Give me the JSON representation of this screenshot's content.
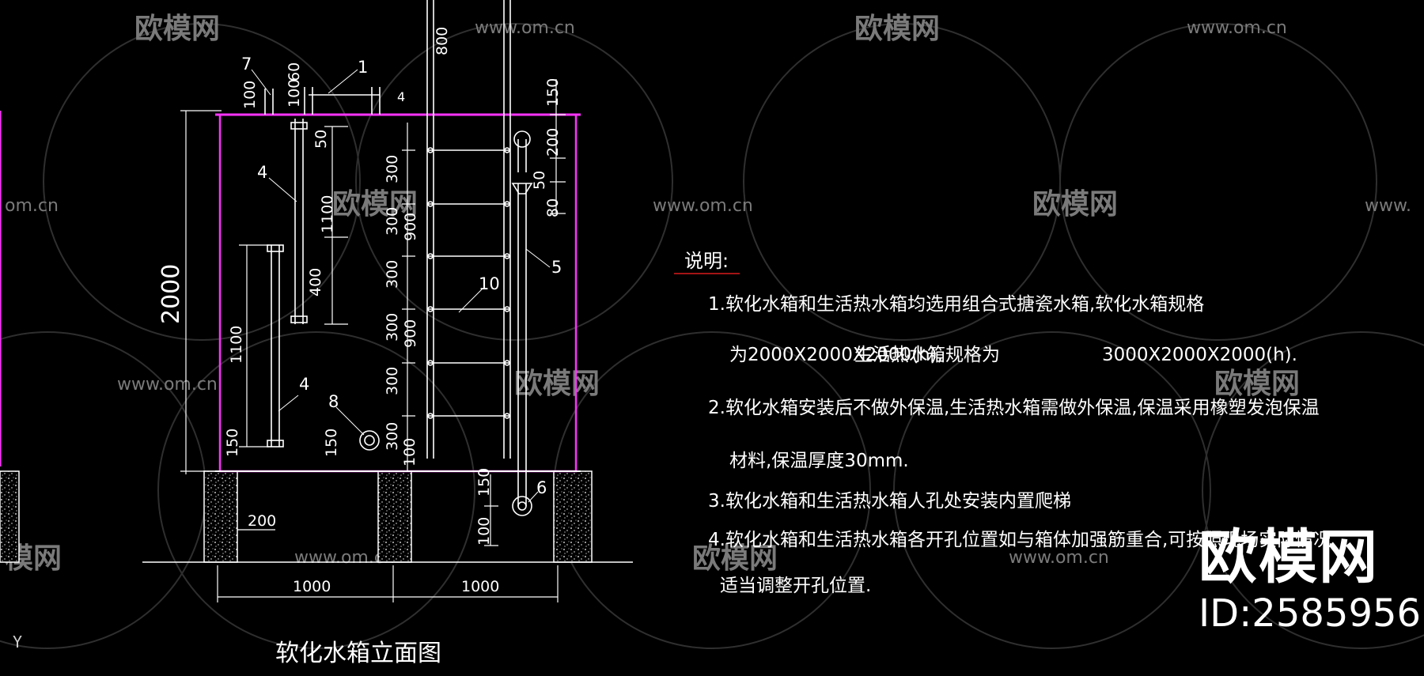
{
  "colors": {
    "background": "#000000",
    "lines": "#ffffff",
    "tank_edge": "#ff33ff",
    "notes_underline": "#d91a1a",
    "watermark": "#6b6b6b"
  },
  "drawing_title": "软化水箱立面图",
  "dimensions": {
    "height_total": "2000",
    "top_100a": "100",
    "top_100b": "100",
    "top_60": "60",
    "top_800": "800",
    "right_150": "150",
    "right_200": "200",
    "right_50": "50",
    "right_80": "80",
    "inner_50": "50",
    "inner_1100": "1100",
    "inner_400": "400",
    "left_1100": "1100",
    "ladder_300a": "300",
    "ladder_300b": "300",
    "ladder_300c": "300",
    "ladder_300d": "300",
    "ladder_300e": "300",
    "ladder_300f": "300",
    "ladder_900a": "900",
    "ladder_900b": "900",
    "ladder_100": "100",
    "bottom_150a": "150",
    "bottom_150b": "150",
    "bottom_150c": "150",
    "bottom_100": "100",
    "base_200": "200",
    "base_1000a": "1000",
    "base_1000b": "1000"
  },
  "callouts": {
    "c1": "1",
    "c4a": "4",
    "c4b": "4",
    "c4c": "4",
    "c5": "5",
    "c6": "6",
    "c7": "7",
    "c8": "8",
    "c10": "10"
  },
  "notes": {
    "heading": "说明:",
    "n1a": "1.软化水箱和生活热水箱均选用组合式搪瓷水箱,软化水箱规格",
    "n1b": "为2000X2000X2000(h),",
    "n1c": "生活热水箱规格为",
    "n1d": "3000X2000X2000(h).",
    "n2a": "2.软化水箱安装后不做外保温,生活热水箱需做外保温,保温采用橡塑发泡保温",
    "n2b": "材料,保温厚度30mm.",
    "n3": "3.软化水箱和生活热水箱人孔处安装内置爬梯",
    "n4a": "4.软化水箱和生活热水箱各开孔位置如与箱体加强筋重合,可按照现场实际情况",
    "n4b": "适当调整开孔位置."
  },
  "watermarks": {
    "brand": "欧模网",
    "url": "www.om.cn",
    "url_partial": "om.cn",
    "url_cut": "www.",
    "brand_cut": "模网",
    "big": "欧模网",
    "id": "ID:2585956"
  },
  "axis_label": "Y"
}
